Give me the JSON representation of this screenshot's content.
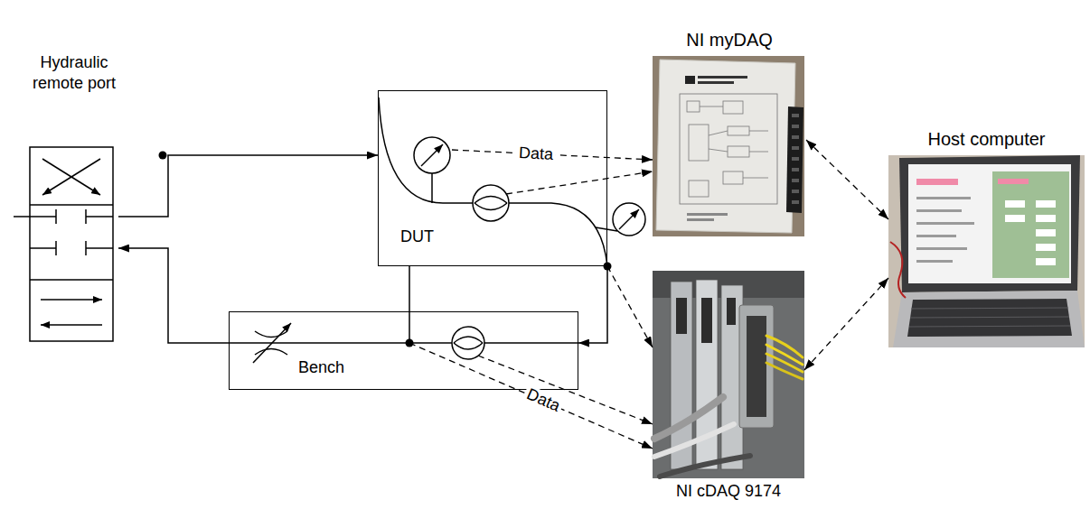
{
  "diagram": {
    "nodes": [
      {
        "text": [
          "Hydraulic remote port"
        ]
      },
      {
        "text": [
          "DUT"
        ]
      },
      {
        "text": [
          "Bench"
        ]
      },
      {
        "text": [
          "NI myDAQ"
        ]
      },
      {
        "text": [
          "NI cDAQ 9174"
        ]
      },
      {
        "text": [
          "Host computer"
        ]
      }
    ],
    "edges": [
      {
        "from": 0,
        "to": 1,
        "arrow": "to"
      },
      {
        "from": 1,
        "to": 2,
        "arrow": "to"
      },
      {
        "from": 2,
        "to": 1,
        "arrow": "none"
      },
      {
        "from": 2,
        "to": 0,
        "arrow": "to"
      },
      {
        "from": 1,
        "to": 3,
        "label": "Data",
        "arrow": "to"
      },
      {
        "from": 1,
        "to": 3,
        "arrow": "to"
      },
      {
        "from": 1,
        "to": 4,
        "arrow": "to"
      },
      {
        "from": 2,
        "to": 4,
        "label": "Data",
        "arrow": "to"
      },
      {
        "from": 2,
        "to": 4,
        "arrow": "to"
      },
      {
        "from": 3,
        "to": 5,
        "arrow": "both"
      },
      {
        "from": 4,
        "to": 5,
        "arrow": "both"
      }
    ]
  }
}
